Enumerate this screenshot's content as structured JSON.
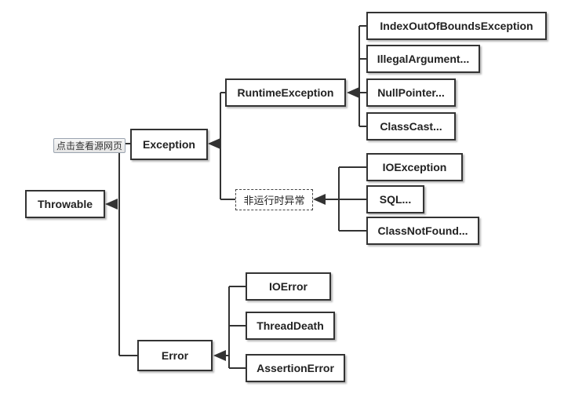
{
  "diagram": {
    "nodes": {
      "throwable": "Throwable",
      "exception": "Exception",
      "error": "Error",
      "runtime_exception": "RuntimeException",
      "non_runtime": "非运行时异常",
      "index_out_of_bounds": "IndexOutOfBoundsException",
      "illegal_argument": "IllegalArgument...",
      "null_pointer": "NullPointer...",
      "class_cast": "ClassCast...",
      "io_exception": "IOException",
      "sql": "SQL...",
      "class_not_found": "ClassNotFound...",
      "io_error": "IOError",
      "thread_death": "ThreadDeath",
      "assertion_error": "AssertionError"
    },
    "tooltip": "点击查看源网页",
    "colors": {
      "line": "#333333",
      "border": "#333333",
      "text": "#222222"
    }
  }
}
